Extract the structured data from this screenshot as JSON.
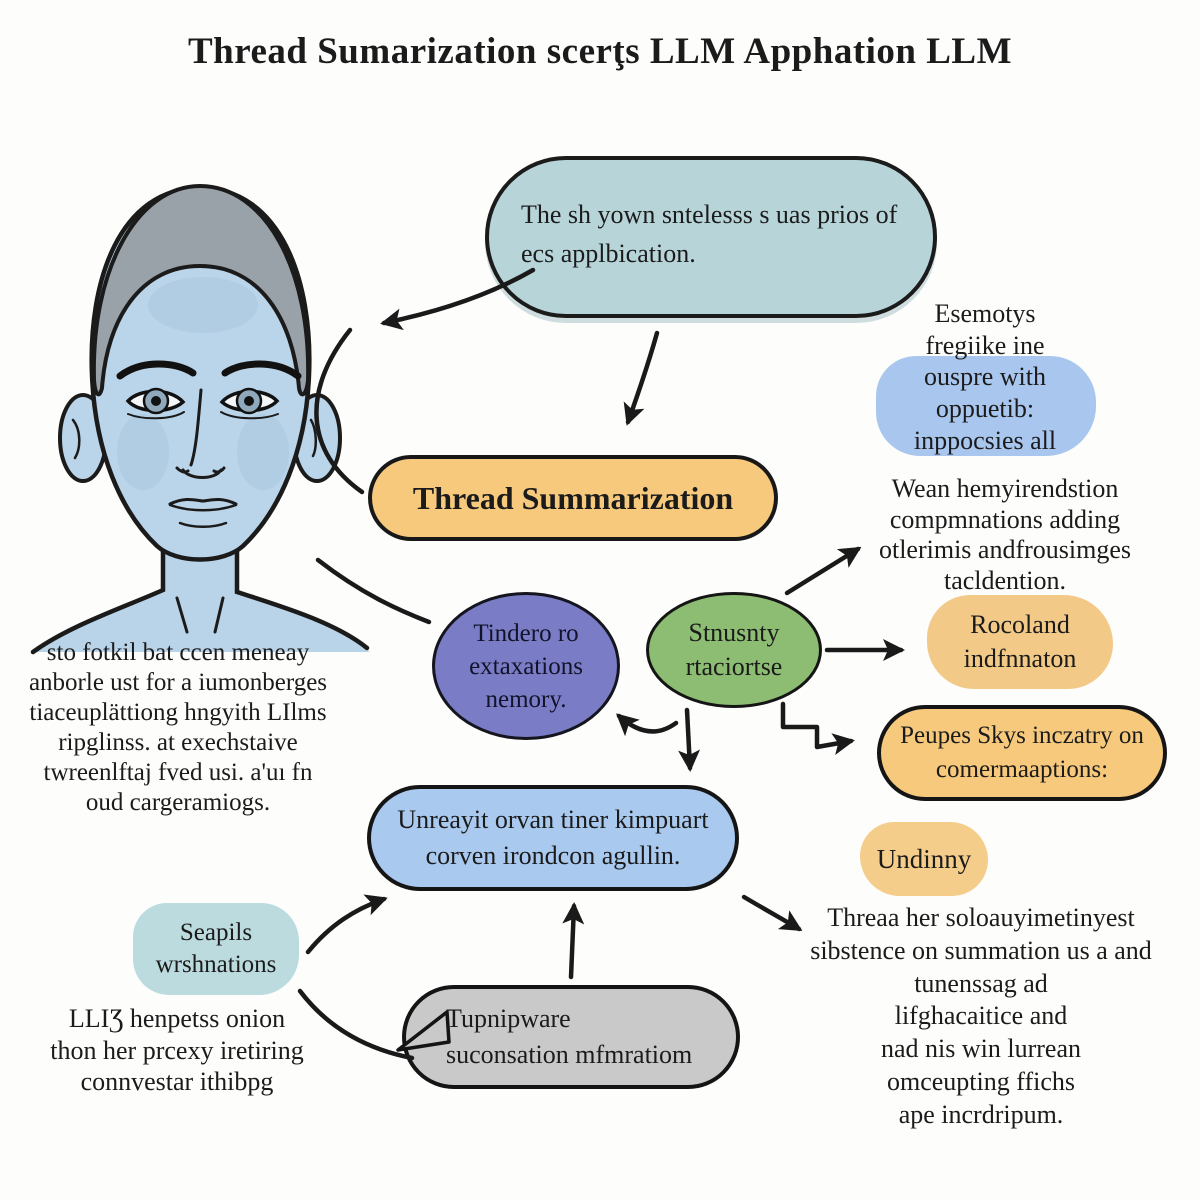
{
  "title": "Thread Sumarization scerţs LLM Apphation LLM",
  "top_bubble": {
    "lines": [
      "The sh yown sntelesss s uas prios of",
      "ecs applbication."
    ]
  },
  "main_box": {
    "label": "Thread Summarization"
  },
  "note_right_top": {
    "lines": [
      "Esemotys",
      "fregiike ine"
    ],
    "highlight_lines": [
      "ouspre with",
      "oppuetib:",
      "inppocsies all"
    ]
  },
  "note_right_mid": {
    "lines": [
      "Wean hemyirendstion",
      "compmnations adding",
      "otlerimis andfrousimges",
      "tacldention."
    ]
  },
  "note_left": {
    "lines": [
      "sto fotkil bat ccen meneay",
      "anborle ust for a iumonberges",
      "tiaceuplättiong hngyith LIlms",
      "ripglinss. at exechstaive",
      "twreenlftaj fved usi. a'uı fn",
      "oud cargeramiogs."
    ]
  },
  "purple_ellipse": {
    "lines": [
      "Tindero ro",
      "extaxations",
      "nemory."
    ]
  },
  "green_ellipse": {
    "lines": [
      "Stnusnty",
      "rtaciortse"
    ]
  },
  "rocoland_blob": {
    "lines": [
      "Rocoland",
      "indfnnaton"
    ]
  },
  "peupes_box": {
    "lines": [
      "Peupes Skys inczatry on",
      "comermaaptions:"
    ]
  },
  "blue_box": {
    "lines": [
      "Unreayit orvan tiner kimpuart",
      "corven irondcon agullin."
    ]
  },
  "undinny_blob": {
    "label": "Undinny"
  },
  "note_bottom_right": {
    "lines": [
      "Threaa her soloauyimetinyest",
      "sibstence on summation us a and",
      "tunenssag ad",
      "lifghacaitice and",
      "nad nis win lurrean",
      "omceupting ffichs",
      "ape incrdripum."
    ]
  },
  "seapils_blob": {
    "lines": [
      "Seapils",
      "wrshnations"
    ]
  },
  "note_bottom_left": {
    "lines": [
      "LLIƷ henpetss onion",
      "thon her prcexy iretiring",
      "connvestar ithibpg"
    ]
  },
  "gray_bubble": {
    "lines": [
      "Tupnipware",
      "suconsation mfmratiom"
    ]
  },
  "colors": {
    "teal_bubble": "#b7d5d9",
    "orange_box": "#f6c97d",
    "orange_soft_blob": "#f3c987",
    "purple_ellipse": "#7a7dc6",
    "green_ellipse": "#8cbd72",
    "blue_box": "#a9c9ef",
    "blue_highlight": "#a9c7ee",
    "teal_soft_blob": "#bcdbdf",
    "gray_bubble": "#c9c9c9",
    "outline": "#1a1a1a",
    "head_skin": "#bad4e9",
    "head_hair": "#99a1a9"
  }
}
